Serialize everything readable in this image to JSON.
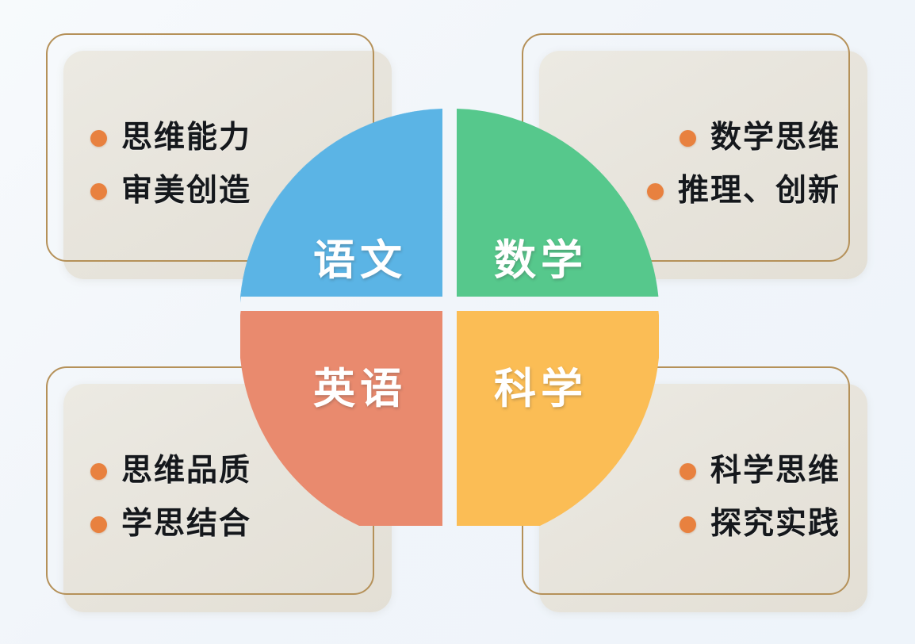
{
  "background_color": "#f3f7fb",
  "wheel": {
    "name": "four-subject-wheel",
    "gap_color": "#ffffff",
    "quadrants": [
      {
        "id": "chinese",
        "label": "语文",
        "color": "#5bb4e5",
        "position": "top-left"
      },
      {
        "id": "math",
        "label": "数学",
        "color": "#56c88c",
        "position": "top-right"
      },
      {
        "id": "english",
        "label": "英语",
        "color": "#e98a6e",
        "position": "bottom-left"
      },
      {
        "id": "science",
        "label": "科学",
        "color": "#fbbd55",
        "position": "bottom-right"
      }
    ]
  },
  "cards": [
    {
      "id": "chinese-card",
      "position": "top-left",
      "align": "left",
      "border_color": "#b59159",
      "body_color": "#e8e5dd",
      "bullet_color": "#e8813f",
      "items": [
        "思维能力",
        "审美创造"
      ]
    },
    {
      "id": "math-card",
      "position": "top-right",
      "align": "right",
      "border_color": "#b59159",
      "body_color": "#e8e5dd",
      "bullet_color": "#e8813f",
      "items": [
        "数学思维",
        "推理、创新"
      ]
    },
    {
      "id": "english-card",
      "position": "bottom-left",
      "align": "left",
      "border_color": "#b59159",
      "body_color": "#e8e5dd",
      "bullet_color": "#e8813f",
      "items": [
        "思维品质",
        "学思结合"
      ]
    },
    {
      "id": "science-card",
      "position": "bottom-right",
      "align": "right",
      "border_color": "#b59159",
      "body_color": "#e8e5dd",
      "bullet_color": "#e8813f",
      "items": [
        "科学思维",
        "探究实践"
      ]
    }
  ]
}
